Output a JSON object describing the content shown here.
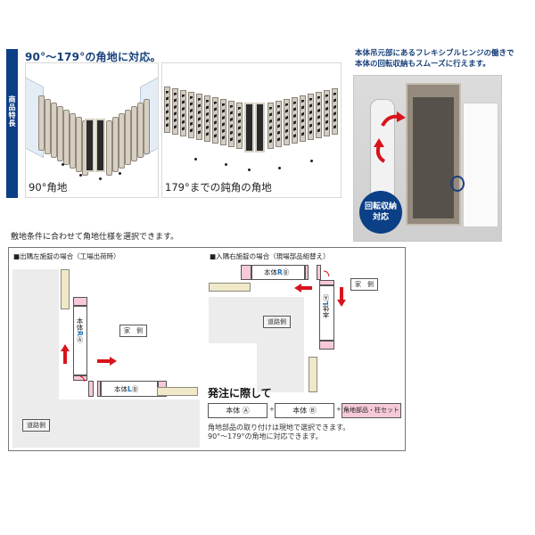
{
  "features": {
    "side_label": [
      "商",
      "品",
      "特",
      "長"
    ],
    "headline": "90°～179°の角地に対応。",
    "panels": [
      {
        "caption": "90°角地"
      },
      {
        "caption": "179°までの鈍角の角地"
      }
    ]
  },
  "hinge": {
    "title_lines": [
      "本体吊元部にあるフレキシブルヒンジの働きで",
      "本体の回転収納もスムーズに行えます。"
    ],
    "badge_lines": [
      "回転収納",
      "対応"
    ]
  },
  "diagram": {
    "intro": "敷地条件に合わせて角地仕様を選択できます。",
    "left": {
      "title": "■出隅左施錠の場合（工場出荷時）",
      "house_side": "家　側",
      "road_side": "道路側",
      "body_a": {
        "prefix": "本体",
        "side": "R",
        "mark": "Ⓐ"
      },
      "body_b": {
        "prefix": "本体",
        "side": "L",
        "mark": "Ⓑ"
      }
    },
    "right": {
      "title": "■入隅右施錠の場合（現場部品組替え）",
      "house_side": "家　側",
      "road_side": "道路側",
      "body_b": {
        "prefix": "本体",
        "side": "R",
        "mark": "Ⓑ"
      },
      "body_a": {
        "prefix": "本体",
        "side": "L",
        "mark": "Ⓐ"
      }
    },
    "order": {
      "title": "発注に際して",
      "items": [
        "本体 Ⓐ",
        "本体 Ⓑ",
        "角地部品・柱セット"
      ],
      "plus": "+",
      "notes": [
        "角地部品の取り付けは現地で選択できます。",
        "90°～179°の角地に対応できます。"
      ]
    }
  },
  "colors": {
    "brand_blue": "#0b3f86",
    "headline_blue": "#17407a",
    "arrow_red": "#d7141c",
    "pink": "#f6c9d9",
    "post_beige": "#efe9c9",
    "road_grey": "#ececec"
  }
}
